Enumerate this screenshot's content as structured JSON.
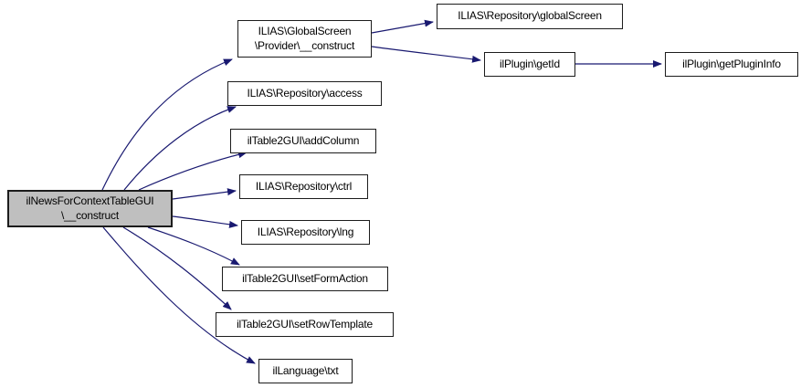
{
  "graph": {
    "type": "call-graph",
    "colors": {
      "edge": "#191970",
      "node_fill": "#ffffff",
      "node_border": "#1c1c1c",
      "highlight_fill": "#bfbfbf",
      "text": "#000000",
      "background": "#ffffff"
    },
    "nodes": {
      "main": {
        "label": "ilNewsForContextTableGUI\n\\__construct",
        "highlighted": true
      },
      "provider_construct": {
        "label": "ILIAS\\GlobalScreen\n\\Provider\\__construct"
      },
      "global_screen": {
        "label": "ILIAS\\Repository\\globalScreen"
      },
      "get_id": {
        "label": "ilPlugin\\getId"
      },
      "get_plugin_info": {
        "label": "ilPlugin\\getPluginInfo"
      },
      "access": {
        "label": "ILIAS\\Repository\\access"
      },
      "add_column": {
        "label": "ilTable2GUI\\addColumn"
      },
      "ctrl": {
        "label": "ILIAS\\Repository\\ctrl"
      },
      "lng": {
        "label": "ILIAS\\Repository\\lng"
      },
      "set_form_action": {
        "label": "ilTable2GUI\\setFormAction"
      },
      "set_row_template": {
        "label": "ilTable2GUI\\setRowTemplate"
      },
      "txt": {
        "label": "ilLanguage\\txt"
      }
    },
    "edges": [
      {
        "from": "main",
        "to": "provider_construct"
      },
      {
        "from": "main",
        "to": "access"
      },
      {
        "from": "main",
        "to": "add_column"
      },
      {
        "from": "main",
        "to": "ctrl"
      },
      {
        "from": "main",
        "to": "lng"
      },
      {
        "from": "main",
        "to": "set_form_action"
      },
      {
        "from": "main",
        "to": "set_row_template"
      },
      {
        "from": "main",
        "to": "txt"
      },
      {
        "from": "provider_construct",
        "to": "global_screen"
      },
      {
        "from": "provider_construct",
        "to": "get_id"
      },
      {
        "from": "get_id",
        "to": "get_plugin_info"
      }
    ]
  }
}
